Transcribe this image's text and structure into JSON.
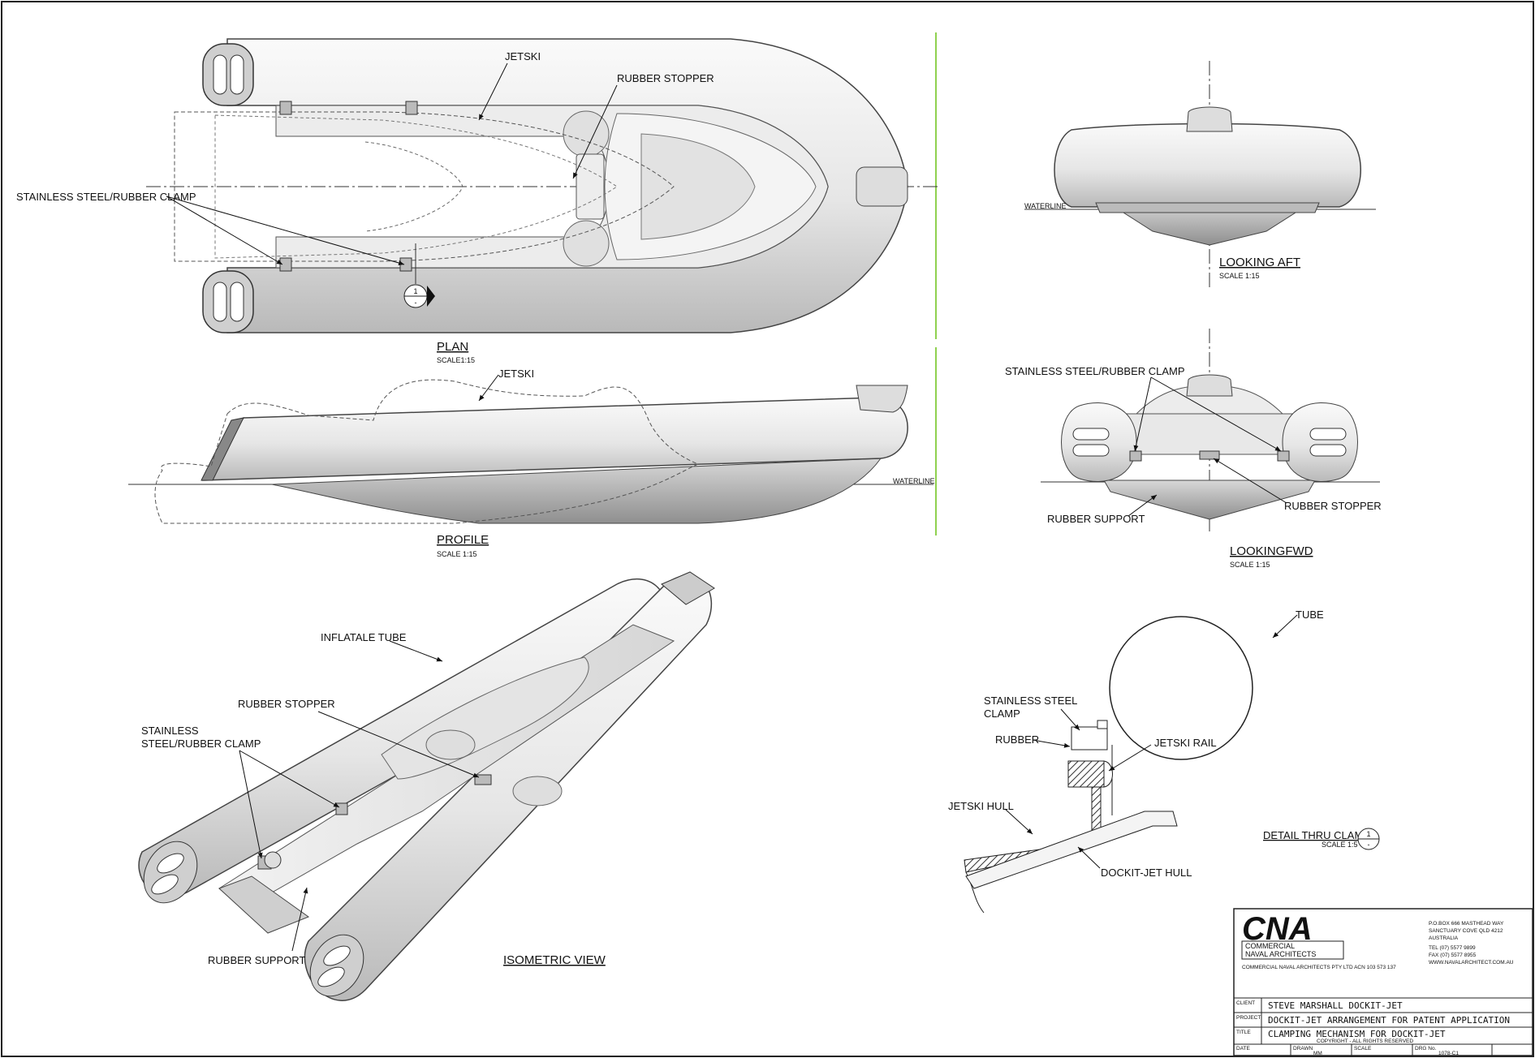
{
  "views": {
    "plan": {
      "title": "PLAN",
      "scale": "SCALE1:15",
      "labels": {
        "jetski": "JETSKI",
        "rubber_stopper": "RUBBER STOPPER",
        "clamp": "STAINLESS STEEL/RUBBER CLAMP",
        "section_num": "1",
        "section_sheet": "-"
      }
    },
    "profile": {
      "title": "PROFILE",
      "scale": "SCALE 1:15",
      "labels": {
        "jetski": "JETSKI",
        "waterline": "WATERLINE"
      }
    },
    "looking_aft": {
      "title": "LOOKING AFT",
      "scale": "SCALE 1:15",
      "labels": {
        "waterline": "WATERLINE"
      }
    },
    "looking_fwd": {
      "title": "LOOKINGFWD",
      "scale": "SCALE 1:15",
      "labels": {
        "clamp": "STAINLESS STEEL/RUBBER CLAMP",
        "rubber_support": "RUBBER SUPPORT",
        "rubber_stopper": "RUBBER STOPPER"
      }
    },
    "isometric": {
      "title": "ISOMETRIC VIEW",
      "labels": {
        "tube": "INFLATALE TUBE",
        "rubber_stopper": "RUBBER STOPPER",
        "clamp_line1": "STAINLESS",
        "clamp_line2": "STEEL/RUBBER CLAMP",
        "rubber_support": "RUBBER SUPPORT"
      }
    },
    "detail": {
      "title": "DETAIL THRU CLAMP",
      "scale": "SCALE 1:5",
      "callout_num": "1",
      "callout_sheet": "-",
      "labels": {
        "tube": "TUBE",
        "clamp_line1": "STAINLESS STEEL",
        "clamp_line2": "CLAMP",
        "rubber": "RUBBER",
        "jetski_rail": "JETSKI RAIL",
        "jetski_hull": "JETSKI HULL",
        "dockit_hull": "DOCKIT-JET HULL"
      }
    }
  },
  "title_block": {
    "logo": "CNA",
    "company_line1": "COMMERCIAL",
    "company_line2": "NAVAL ARCHITECTS",
    "company_full": "COMMERCIAL NAVAL ARCHITECTS PTY LTD   ACN 103 573 137",
    "address": [
      "P.O.BOX 666 MASTHEAD WAY",
      "SANCTUARY COVE QLD 4212",
      "AUSTRALIA"
    ],
    "tel": "TEL (07) 5577 9899",
    "fax": "FAX (07) 5577 8955",
    "web": "WWW.NAVALARCHITECT.COM.AU",
    "client_label": "CLIENT",
    "client": "STEVE MARSHALL   DOCKIT-JET",
    "project_label": "PROJECT",
    "project": "DOCKIT-JET ARRANGEMENT FOR PATENT APPLICATION",
    "title_label": "TITLE",
    "title": "CLAMPING MECHANISM FOR DOCKIT-JET",
    "copyright": "COPYRIGHT - ALL RIGHTS RESERVED",
    "date_label": "DATE",
    "drawn_label": "DRAWN",
    "drawn": "MM",
    "scale_label": "SCALE",
    "dwg_label": "DRG No.",
    "dwg": "1078-C1"
  }
}
